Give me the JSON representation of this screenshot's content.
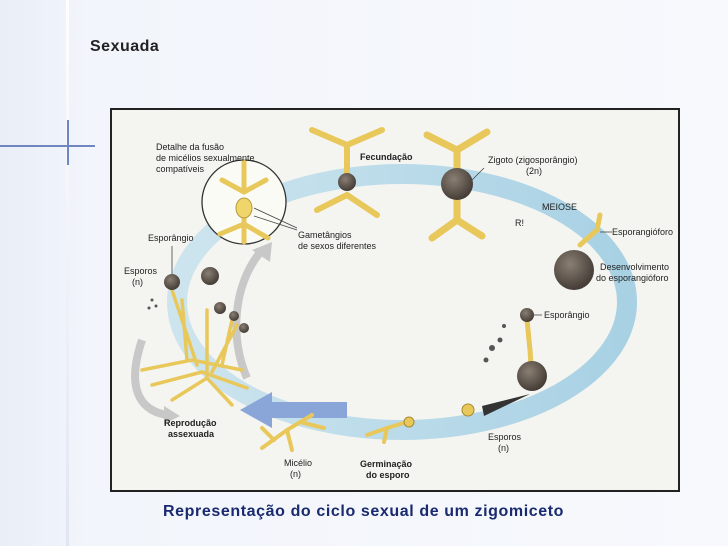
{
  "slide": {
    "title": "Sexuada",
    "caption": "Representação do ciclo sexual de um zigomiceto"
  },
  "diagram": {
    "detail": [
      "Detalhe da fusão",
      "de micélios sexualmente",
      "compatíveis"
    ],
    "gametangia": [
      "Gametângios",
      "de sexos diferentes"
    ],
    "fecundacao": "Fecundação",
    "zigoto": [
      "Zigoto (zigosporângio)",
      "(2n)"
    ],
    "meiose": "MEIOSE",
    "r": "R!",
    "esporangioforo": "Esporangióforo",
    "desenvolvimento": [
      "Desenvolvimento",
      "do esporangióforo"
    ],
    "esporangio_right": "Esporângio",
    "esporos_right": [
      "Esporos",
      "(n)"
    ],
    "germinacao": [
      "Germinação",
      "do esporo"
    ],
    "micelio": [
      "Micélio",
      "(n)"
    ],
    "reproducao": [
      "Reprodução",
      "assexuada"
    ],
    "esporangio_left": "Esporângio",
    "esporos_left": [
      "Esporos",
      "(n)"
    ]
  },
  "colors": {
    "cycle": "#a9d4e8",
    "arrow": "#8aa5d8",
    "hypha": "#e8c85a",
    "spore": "#6b6058",
    "caption": "#1a2a6e"
  }
}
